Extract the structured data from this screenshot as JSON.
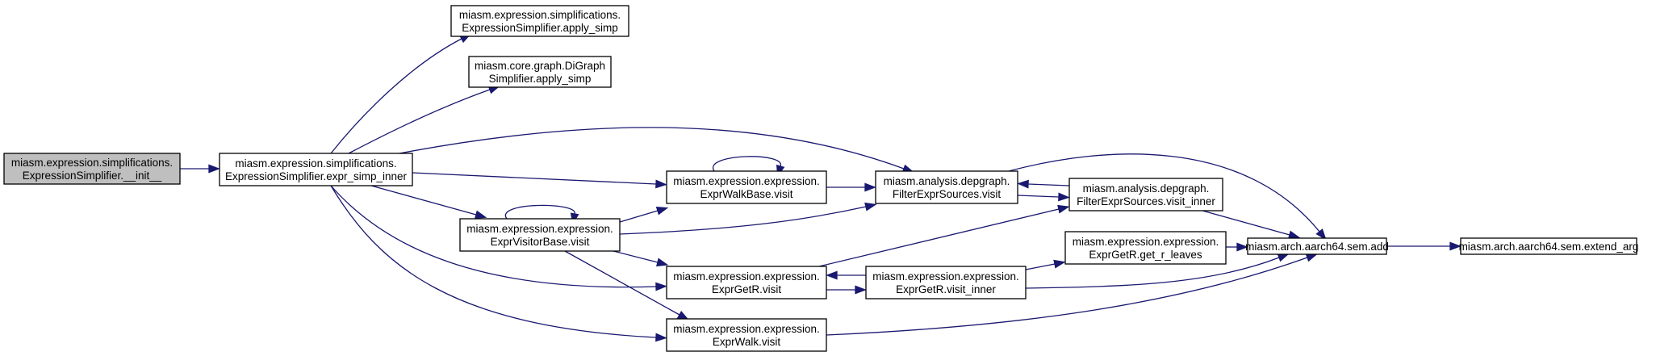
{
  "graph": {
    "nodes": [
      {
        "id": "init",
        "lines": [
          "miasm.expression.simplifications.",
          "ExpressionSimplifier.__init__"
        ],
        "highlight": true
      },
      {
        "id": "expr_simp_inner",
        "lines": [
          "miasm.expression.simplifications.",
          "ExpressionSimplifier.expr_simp_inner"
        ]
      },
      {
        "id": "apply_simp",
        "lines": [
          "miasm.expression.simplifications.",
          "ExpressionSimplifier.apply_simp"
        ]
      },
      {
        "id": "digraph_apply_simp",
        "lines": [
          "miasm.core.graph.DiGraph",
          "Simplifier.apply_simp"
        ]
      },
      {
        "id": "visitor_base_visit",
        "lines": [
          "miasm.expression.expression.",
          "ExprVisitorBase.visit"
        ]
      },
      {
        "id": "walk_base_visit",
        "lines": [
          "miasm.expression.expression.",
          "ExprWalkBase.visit"
        ]
      },
      {
        "id": "getr_visit",
        "lines": [
          "miasm.expression.expression.",
          "ExprGetR.visit"
        ]
      },
      {
        "id": "walk_visit",
        "lines": [
          "miasm.expression.expression.",
          "ExprWalk.visit"
        ]
      },
      {
        "id": "filter_visit",
        "lines": [
          "miasm.analysis.depgraph.",
          "FilterExprSources.visit"
        ]
      },
      {
        "id": "getr_visit_inner",
        "lines": [
          "miasm.expression.expression.",
          "ExprGetR.visit_inner"
        ]
      },
      {
        "id": "filter_visit_inner",
        "lines": [
          "miasm.analysis.depgraph.",
          "FilterExprSources.visit_inner"
        ]
      },
      {
        "id": "get_r_leaves",
        "lines": [
          "miasm.expression.expression.",
          "ExprGetR.get_r_leaves"
        ]
      },
      {
        "id": "sem_add",
        "lines": [
          "miasm.arch.aarch64.sem.add"
        ]
      },
      {
        "id": "extend_arg",
        "lines": [
          "miasm.arch.aarch64.sem.extend_arg"
        ]
      }
    ],
    "edges": [
      {
        "from": "init",
        "to": "expr_simp_inner"
      },
      {
        "from": "expr_simp_inner",
        "to": "apply_simp"
      },
      {
        "from": "expr_simp_inner",
        "to": "digraph_apply_simp"
      },
      {
        "from": "expr_simp_inner",
        "to": "filter_visit"
      },
      {
        "from": "expr_simp_inner",
        "to": "walk_base_visit"
      },
      {
        "from": "expr_simp_inner",
        "to": "visitor_base_visit"
      },
      {
        "from": "expr_simp_inner",
        "to": "getr_visit"
      },
      {
        "from": "expr_simp_inner",
        "to": "walk_visit"
      },
      {
        "from": "walk_base_visit",
        "to": "walk_base_visit"
      },
      {
        "from": "walk_base_visit",
        "to": "filter_visit"
      },
      {
        "from": "visitor_base_visit",
        "to": "visitor_base_visit"
      },
      {
        "from": "visitor_base_visit",
        "to": "walk_base_visit"
      },
      {
        "from": "visitor_base_visit",
        "to": "filter_visit"
      },
      {
        "from": "visitor_base_visit",
        "to": "getr_visit"
      },
      {
        "from": "visitor_base_visit",
        "to": "walk_visit"
      },
      {
        "from": "filter_visit",
        "to": "filter_visit_inner"
      },
      {
        "from": "filter_visit",
        "to": "sem_add"
      },
      {
        "from": "filter_visit_inner",
        "to": "filter_visit"
      },
      {
        "from": "filter_visit_inner",
        "to": "sem_add"
      },
      {
        "from": "getr_visit",
        "to": "filter_visit_inner"
      },
      {
        "from": "getr_visit",
        "to": "getr_visit_inner"
      },
      {
        "from": "getr_visit_inner",
        "to": "getr_visit"
      },
      {
        "from": "getr_visit_inner",
        "to": "get_r_leaves"
      },
      {
        "from": "getr_visit_inner",
        "to": "sem_add"
      },
      {
        "from": "get_r_leaves",
        "to": "sem_add"
      },
      {
        "from": "walk_visit",
        "to": "sem_add"
      },
      {
        "from": "sem_add",
        "to": "extend_arg"
      }
    ]
  }
}
